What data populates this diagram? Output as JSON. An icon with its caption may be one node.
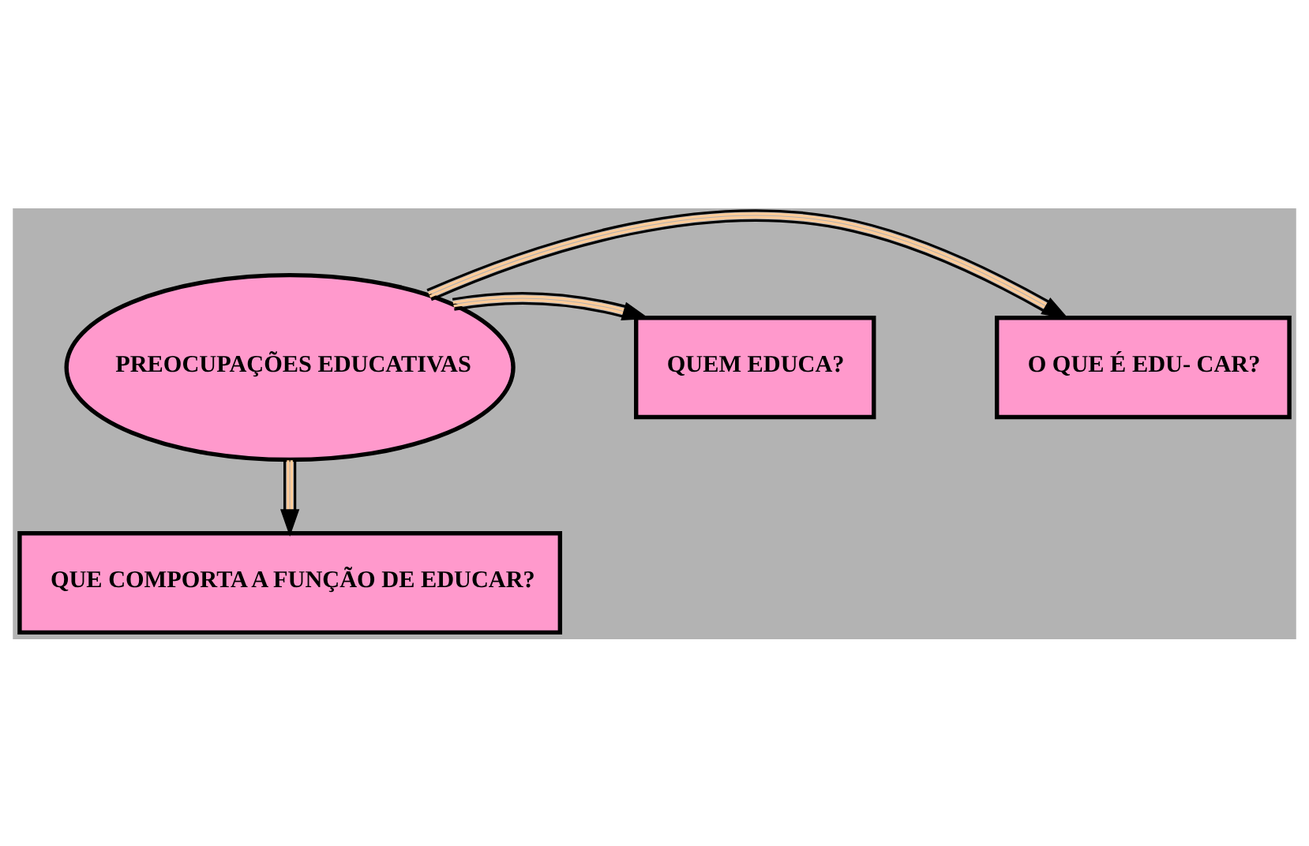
{
  "diagram": {
    "nodes": [
      {
        "text": [
          "PREOCUPAÇÕES EDUCATIVAS"
        ]
      },
      {
        "text": [
          "O QUE É EDU- CAR?"
        ]
      },
      {
        "text": [
          "QUEM EDUCA?"
        ]
      },
      {
        "text": [
          "QUE COMPORTA A FUNÇÃO DE EDUCAR?"
        ]
      }
    ],
    "edges": [
      {
        "from": 0,
        "to": 1,
        "arrow": "to"
      },
      {
        "from": 0,
        "to": 2,
        "arrow": "to"
      },
      {
        "from": 0,
        "to": 3,
        "arrow": "to"
      }
    ]
  }
}
